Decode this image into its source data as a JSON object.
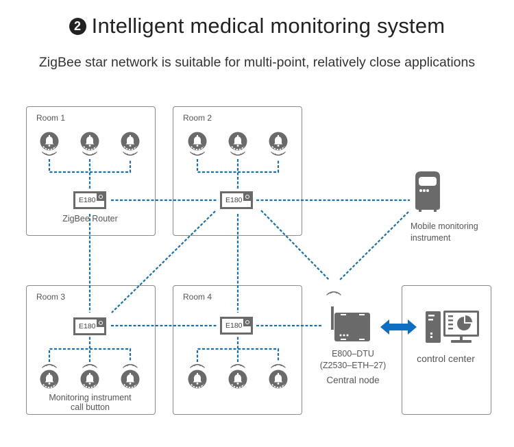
{
  "header": {
    "step_number": "2",
    "title": "Intelligent medical monitoring system",
    "subtitle": "ZigBee star network is suitable for multi-point, relatively close applications"
  },
  "rooms": [
    {
      "label": "Room 1",
      "router_label": "E180",
      "caption": "ZigBee Router"
    },
    {
      "label": "Room 2",
      "router_label": "E180",
      "caption": ""
    },
    {
      "label": "Room 3",
      "router_label": "E180",
      "caption": "Monitoring instrument call button"
    },
    {
      "label": "Room 4",
      "router_label": "E180",
      "caption": ""
    }
  ],
  "room3_caption_lines": [
    "Monitoring instrument",
    "call button"
  ],
  "mobile_instrument": {
    "icon": "mobile-monitor-icon",
    "caption_lines": [
      "Mobile monitoring",
      "instrument"
    ]
  },
  "central_node": {
    "icon": "dtu-router-icon",
    "model": "E800–DTU",
    "model_code": "(Z2530–ETH–27)",
    "role": "Central node"
  },
  "control_center": {
    "icon": "computer-monitor-icon",
    "caption": "control center"
  },
  "icons": {
    "call_button": "bell-icon",
    "wireless": "wifi-signal-icon",
    "link": "bidirectional-arrow-icon"
  },
  "colors": {
    "link": "#1a6fa8",
    "device": "#6a6a6a",
    "arrow": "#0e6ec2",
    "border": "#8a8a8a"
  }
}
